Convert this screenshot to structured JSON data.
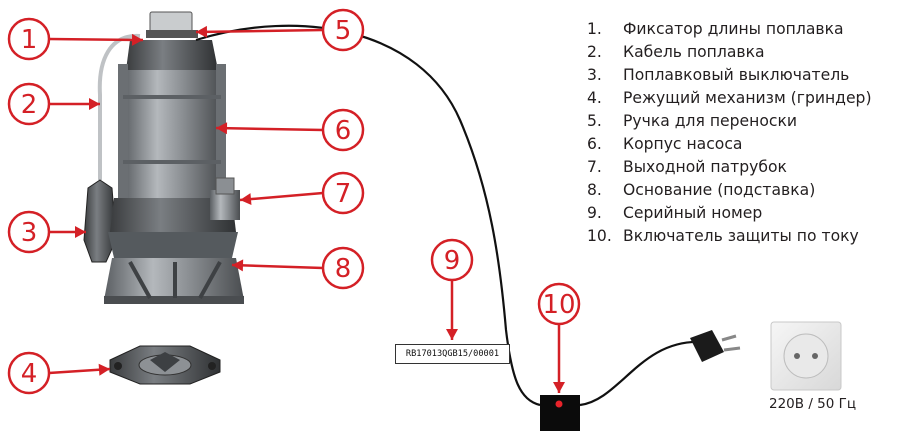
{
  "callouts": [
    "1",
    "2",
    "3",
    "4",
    "5",
    "6",
    "7",
    "8",
    "9",
    "10"
  ],
  "legend": [
    {
      "num": "1.",
      "text": "Фиксатор длины поплавка"
    },
    {
      "num": "2.",
      "text": "Кабель поплавка"
    },
    {
      "num": "3.",
      "text": "Поплавковый выключатель"
    },
    {
      "num": "4.",
      "text": "Режущий механизм (гриндер)"
    },
    {
      "num": "5.",
      "text": "Ручка для переноски"
    },
    {
      "num": "6.",
      "text": "Корпус насоса"
    },
    {
      "num": "7.",
      "text": "Выходной патрубок"
    },
    {
      "num": "8.",
      "text": "Основание (подставка)"
    },
    {
      "num": "9.",
      "text": "Серийный номер"
    },
    {
      "num": "10.",
      "text": "Включатель защиты по току"
    }
  ],
  "serial_number": "RB17013QGB15/00001",
  "voltage_label": "220В / 50 Гц",
  "colors": {
    "callout_red": "#d42026",
    "text": "#231f20",
    "pump_body": "#8a8e92"
  }
}
